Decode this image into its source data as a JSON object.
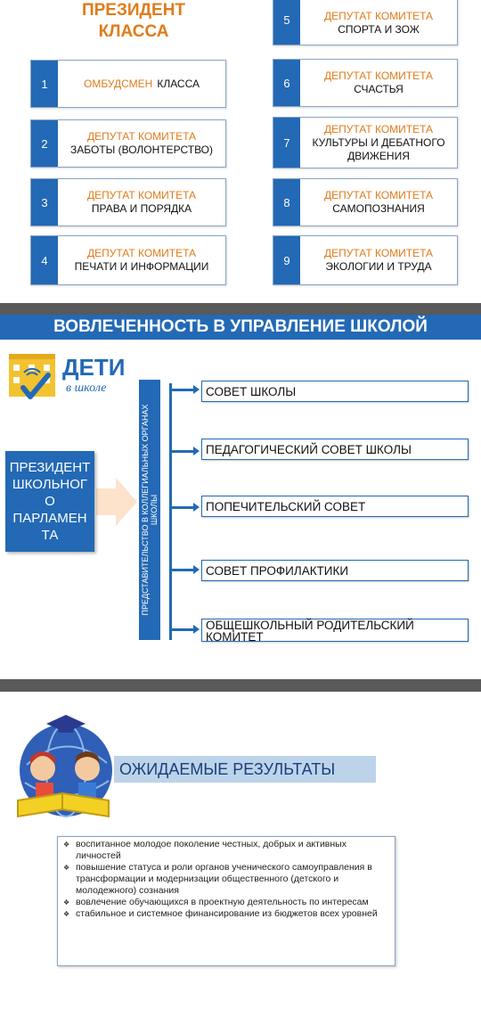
{
  "section1": {
    "title_lines": [
      "ПРЕЗИДЕНТ",
      "КЛАССА"
    ],
    "cards": [
      {
        "num": "1",
        "highlight": "ОМБУДСМЕН",
        "text": "КЛАССА"
      },
      {
        "num": "2",
        "highlight": "ДЕПУТАТ КОМИТЕТА",
        "text": "ЗАБОТЫ (ВОЛОНТЕРСТВО)"
      },
      {
        "num": "3",
        "highlight": "ДЕПУТАТ КОМИТЕТА",
        "text": "ПРАВА И ПОРЯДКА"
      },
      {
        "num": "4",
        "highlight": "ДЕПУТАТ КОМИТЕТА",
        "text": "ПЕЧАТИ И ИНФОРМАЦИИ"
      },
      {
        "num": "5",
        "highlight": "ДЕПУТАТ КОМИТЕТА",
        "text": "СПОРТА И ЗОЖ"
      },
      {
        "num": "6",
        "highlight": "ДЕПУТАТ КОМИТЕТА",
        "text": "СЧАСТЬЯ"
      },
      {
        "num": "7",
        "highlight": "ДЕПУТАТ КОМИТЕТА",
        "text": "КУЛЬТУРЫ И ДЕБАТНОГО ДВИЖЕНИЯ"
      },
      {
        "num": "8",
        "highlight": "ДЕПУТАТ КОМИТЕТА",
        "text": "САМОПОЗНАНИЯ"
      },
      {
        "num": "9",
        "highlight": "ДЕПУТАТ КОМИТЕТА",
        "text": "ЭКОЛОГИИ И ТРУДА"
      }
    ]
  },
  "section2": {
    "title": "ВОВЛЕЧЕННОСТЬ В УПРАВЛЕНИЕ ШКОЛОЙ",
    "logo_big": "ДЕТИ",
    "logo_small": "в школе",
    "president_lines": [
      "ПРЕЗИДЕНТ",
      "ШКОЛЬНОГ",
      "О",
      "ПАРЛАМЕН",
      "ТА"
    ],
    "vertical_lines": [
      "ПРЕДСТАВИТЕЛЬСТВО В КОЛЛЕГИАЛЬНЫХ ОРГАНАХ",
      "ШКОЛЫ"
    ],
    "bodies": [
      "СОВЕТ ШКОЛЫ",
      "ПЕДАГОГИЧЕСКИЙ СОВЕТ ШКОЛЫ",
      "ПОПЕЧИТЕЛЬСКИЙ СОВЕТ",
      "СОВЕТ ПРОФИЛАКТИКИ",
      "ОБЩЕШКОЛЬНЫЙ РОДИТЕЛЬСКИЙ КОМИТЕТ"
    ]
  },
  "section3": {
    "title": "ОЖИДАЕМЫЕ РЕЗУЛЬТАТЫ",
    "items": [
      "воспитанное молодое поколение честных, добрых и активных личностей",
      "повышение статуса и роли органов ученического самоуправления в трансформации и модернизации общественного (детского и молодежного) сознания",
      "вовлечение обучающихся в проектную деятельность по интересам",
      "стабильное и системное финансирование из бюджетов всех уровней"
    ]
  },
  "colors": {
    "blue": "#2369b5",
    "orange": "#e07b1a",
    "dark_band": "#595959",
    "light_blue": "#bcd3ea"
  }
}
